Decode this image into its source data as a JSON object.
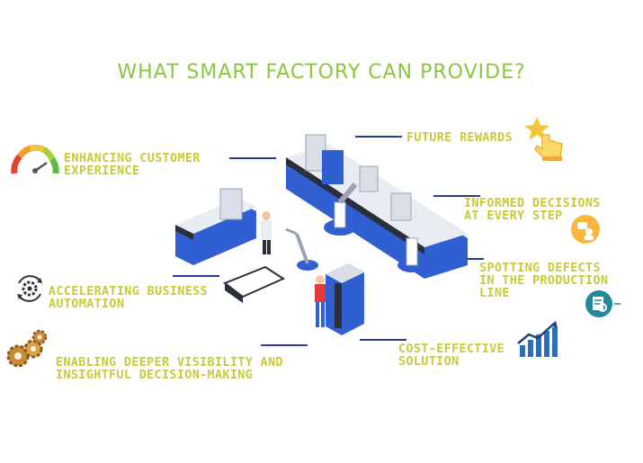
{
  "title": "WHAT SMART FACTORY CAN PROVIDE?",
  "colors": {
    "title": "#8cc63f",
    "label": "#c9c93a",
    "connector": "#2b3a93",
    "machine_blue": "#2f5fd0",
    "machine_dark": "#2a2f3a",
    "icon_gold": "#f6c53d",
    "icon_teal": "#1f8a9a"
  },
  "labels": {
    "customer_experience": [
      "ENHANCING CUSTOMER",
      "EXPERIENCE"
    ],
    "future_rewards": [
      "FUTURE REWARDS"
    ],
    "informed_decisions": [
      "INFORMED DECISIONS",
      "AT EVERY STEP"
    ],
    "spotting_defects": [
      "SPOTTING DEFECTS",
      "IN THE PRODUCTION",
      "LINE"
    ],
    "business_automation": [
      "ACCELERATING BUSINESS",
      "AUTOMATION"
    ],
    "cost_effective": [
      "COST-EFFECTIVE",
      "SOLUTION"
    ],
    "deeper_visibility": [
      "ENABLING DEEPER VISIBILITY AND",
      "INSIGHTFUL DECISION-MAKING"
    ]
  },
  "icons": [
    "gauge-icon",
    "star-hand-icon",
    "decision-badge-icon",
    "magnifier-report-icon",
    "gear-cycle-icon",
    "growth-chart-icon",
    "gears-icon"
  ]
}
